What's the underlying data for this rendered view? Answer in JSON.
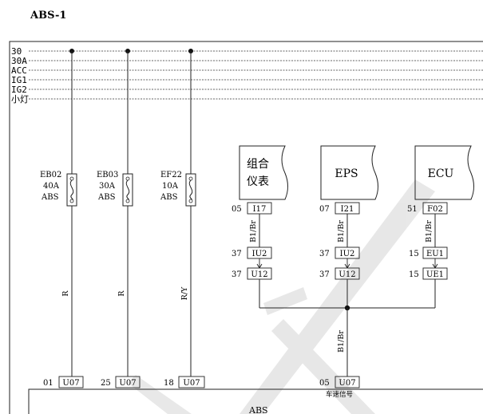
{
  "page": {
    "title": "ABS-1"
  },
  "power_rails": [
    {
      "label": "30",
      "y": 0
    },
    {
      "label": "30A",
      "y": 1
    },
    {
      "label": "ACC",
      "y": 2
    },
    {
      "label": "IG1",
      "y": 3
    },
    {
      "label": "IG2",
      "y": 4
    },
    {
      "label": "小灯",
      "y": 5
    }
  ],
  "fuses": [
    {
      "id": "EB02",
      "rating": "40A",
      "circuit": "ABS",
      "wire": "R",
      "pin": "01",
      "connector": "U07"
    },
    {
      "id": "EB03",
      "rating": "30A",
      "circuit": "ABS",
      "wire": "R",
      "pin": "25",
      "connector": "U07"
    },
    {
      "id": "EF22",
      "rating": "10A",
      "circuit": "ABS",
      "wire": "R/Y",
      "pin": "18",
      "connector": "U07"
    }
  ],
  "modules": [
    {
      "name_line1": "组合",
      "name_line2": "仪表",
      "out_pin": "05",
      "out_conn": "I17",
      "wire": "B1/Br",
      "pin_a": "37",
      "conn_a": "IU2",
      "pin_b": "37",
      "conn_b": "U12"
    },
    {
      "name_line1": "EPS",
      "name_line2": "",
      "out_pin": "07",
      "out_conn": "I21",
      "wire": "B1/Br",
      "pin_a": "37",
      "conn_a": "IU2",
      "pin_b": "37",
      "conn_b": "U12"
    },
    {
      "name_line1": "ECU",
      "name_line2": "",
      "out_pin": "51",
      "out_conn": "F02",
      "wire": "B1/Br",
      "pin_a": "15",
      "conn_a": "EU1",
      "pin_b": "15",
      "conn_b": "UE1"
    }
  ],
  "common": {
    "wire": "B1/Br",
    "pin": "05",
    "connector": "U07",
    "signal_label": "车速信号"
  },
  "abs_unit": {
    "label": "ABS"
  }
}
